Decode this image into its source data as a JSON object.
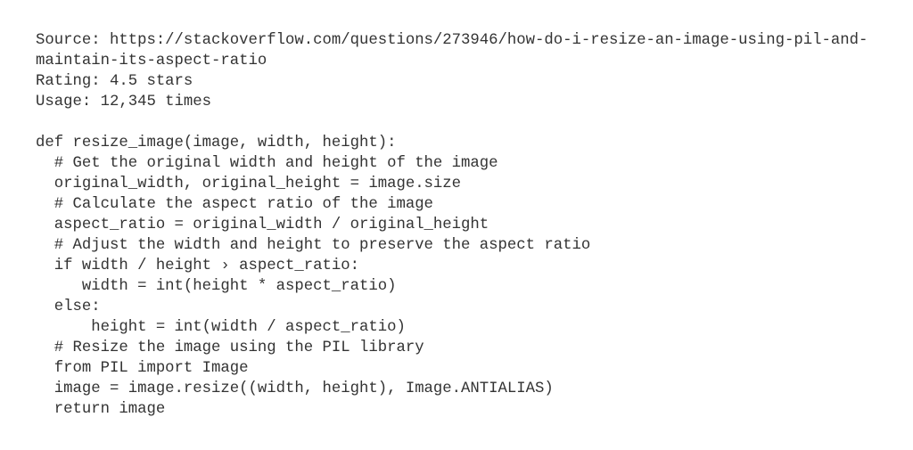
{
  "header": {
    "source_line_1": "Source: https://stackoverflow.com/questions/273946/how-do-i-resize-an-image-using-pil-and-",
    "source_line_2": "maintain-its-aspect-ratio",
    "rating": "Rating: 4.5 stars",
    "usage": "Usage: 12,345 times"
  },
  "code": {
    "lines": [
      "def resize_image(image, width, height):",
      "  # Get the original width and height of the image",
      "  original_width, original_height = image.size",
      "  # Calculate the aspect ratio of the image",
      "  aspect_ratio = original_width / original_height",
      "  # Adjust the width and height to preserve the aspect ratio",
      "  if width / height › aspect_ratio:",
      "     width = int(height * aspect_ratio)",
      "  else:",
      "      height = int(width / aspect_ratio)",
      "  # Resize the image using the PIL library",
      "  from PIL import Image",
      "  image = image.resize((width, height), Image.ANTIALIAS)",
      "  return image"
    ]
  }
}
